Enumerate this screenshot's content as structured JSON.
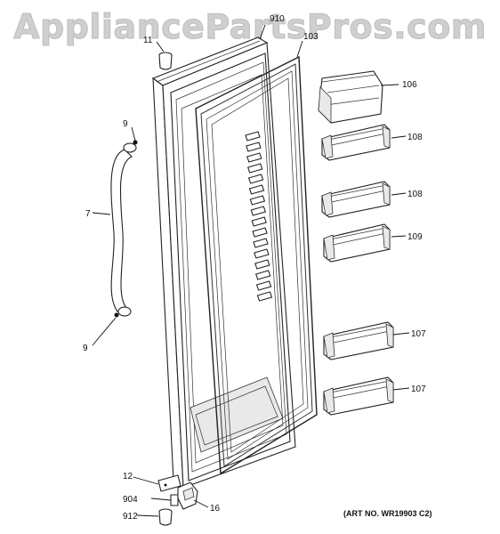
{
  "watermark": "AppliancePartsPros.com",
  "art_number": "(ART NO. WR19903 C2)",
  "callouts": {
    "p910": "910",
    "p103": "103",
    "p11": "11",
    "p106": "106",
    "p9_top": "9",
    "p108_a": "108",
    "p7": "7",
    "p108_b": "108",
    "p109": "109",
    "p9_bottom": "9",
    "p107_a": "107",
    "p107_b": "107",
    "p12": "12",
    "p904": "904",
    "p16": "16",
    "p912": "912"
  }
}
